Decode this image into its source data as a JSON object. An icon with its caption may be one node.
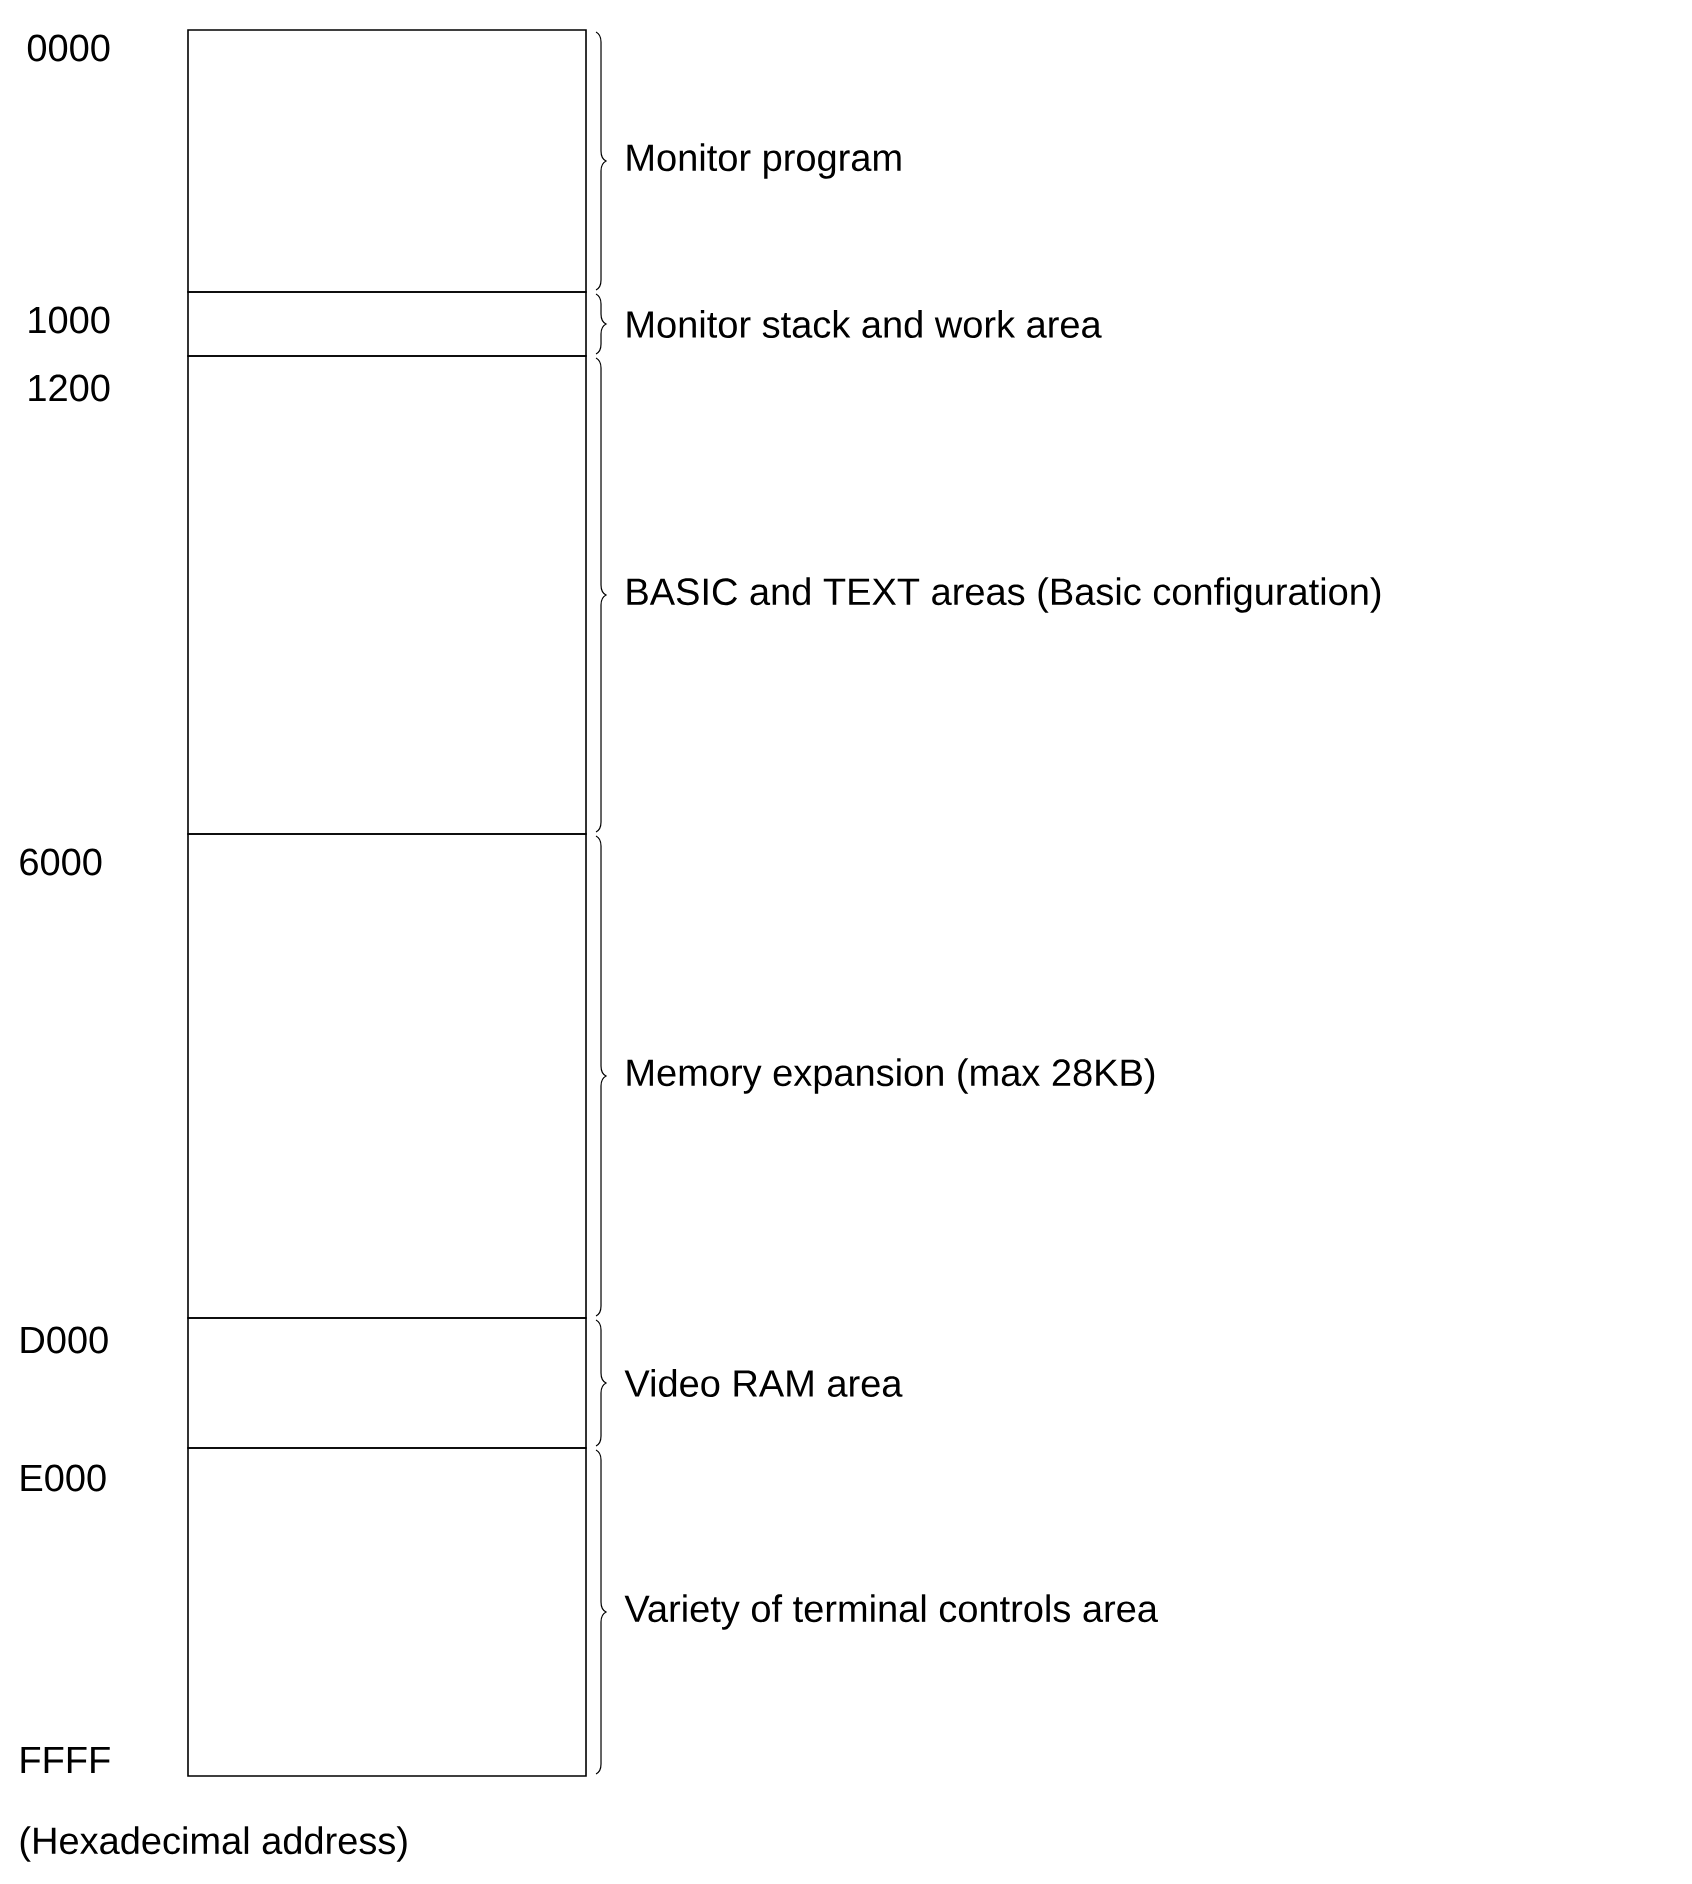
{
  "diagram": {
    "nodes": [
      {
        "text": [],
        "shape": "box",
        "beside": [
          "Monitor program"
        ]
      },
      {
        "text": [],
        "shape": "box",
        "beside": [
          "Monitor stack and work area"
        ]
      },
      {
        "text": [],
        "shape": "box",
        "beside": [
          "BASIC and TEXT areas (Basic configuration)"
        ]
      },
      {
        "text": [],
        "shape": "box",
        "beside": [
          "Memory expansion (max 28KB)"
        ]
      },
      {
        "text": [],
        "shape": "box",
        "beside": [
          "Video RAM area"
        ]
      },
      {
        "text": [],
        "shape": "box",
        "beside": [
          "Variety of terminal controls area"
        ]
      }
    ],
    "labels": [
      "0000",
      "1000",
      "1200",
      "6000",
      "D000",
      "E000",
      "FFFF",
      "(Hexadecimal address)"
    ]
  }
}
